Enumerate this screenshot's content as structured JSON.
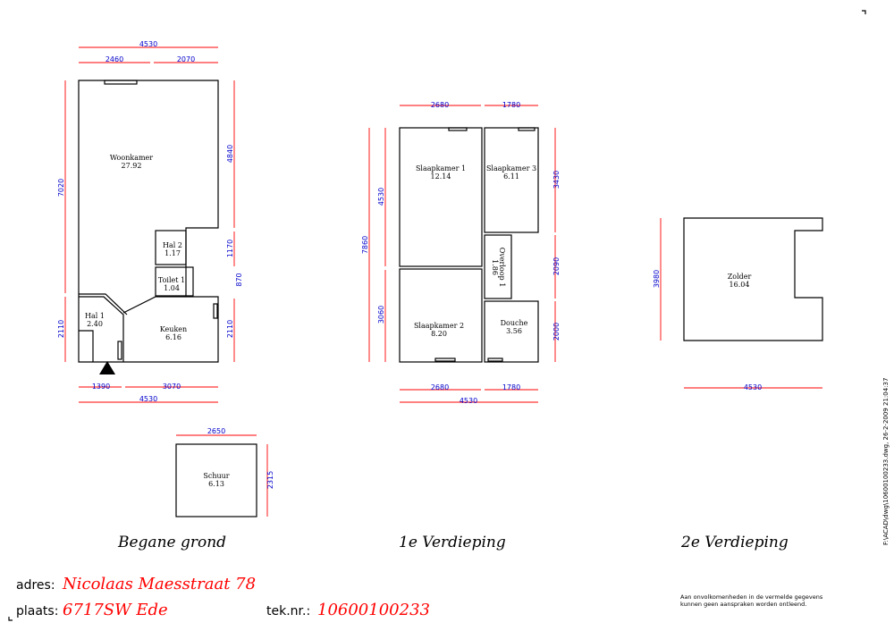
{
  "colors": {
    "dimension_line": "#ff0000",
    "dimension_text": "#0000cc",
    "walls": "#000000",
    "value_text": "#ff0000"
  },
  "floors": {
    "ground": {
      "title": "Begane grond",
      "rooms": [
        {
          "name": "Woonkamer",
          "area": "27.92"
        },
        {
          "name": "Hal 2",
          "area": "1.17"
        },
        {
          "name": "Toilet 1",
          "area": "1.04"
        },
        {
          "name": "Hal 1",
          "area": "2.40"
        },
        {
          "name": "Keuken",
          "area": "6.16"
        }
      ],
      "dims": [
        "4530",
        "2460",
        "2070",
        "7020",
        "4840",
        "1170",
        "870",
        "2110",
        "2110",
        "1390",
        "3070",
        "4530"
      ]
    },
    "first": {
      "title": "1e Verdieping",
      "rooms": [
        {
          "name": "Slaapkamer 1",
          "area": "12.14"
        },
        {
          "name": "Slaapkamer 3",
          "area": "6.11"
        },
        {
          "name": "Overloop 1",
          "area": "1.86"
        },
        {
          "name": "Slaapkamer 2",
          "area": "8.20"
        },
        {
          "name": "Douche",
          "area": "3.56"
        }
      ],
      "dims": [
        "2680",
        "1780",
        "7860",
        "4530",
        "3060",
        "3430",
        "2090",
        "2000",
        "2680",
        "1780",
        "4530"
      ]
    },
    "second": {
      "title": "2e Verdieping",
      "rooms": [
        {
          "name": "Zolder",
          "area": "16.04"
        }
      ],
      "dims": [
        "3980",
        "4530"
      ]
    },
    "shed": {
      "rooms": [
        {
          "name": "Schuur",
          "area": "6.13"
        }
      ],
      "dims": [
        "2650",
        "2315"
      ]
    }
  },
  "info": {
    "address_label": "adres:",
    "address_value": "Nicolaas Maesstraat  78",
    "place_label": "plaats:",
    "place_value": "6717SW  Ede",
    "drawing_label": "tek.nr.:",
    "drawing_value": "10600100233"
  },
  "disclaimer": [
    "Aan onvolkomenheden in de vermelde gegevens",
    "kunnen geen aanspraken worden ontleend."
  ],
  "file_path": "F:\\ACAD\\dwg\\10600100233.dwg, 26-2-2009 21:04:37"
}
